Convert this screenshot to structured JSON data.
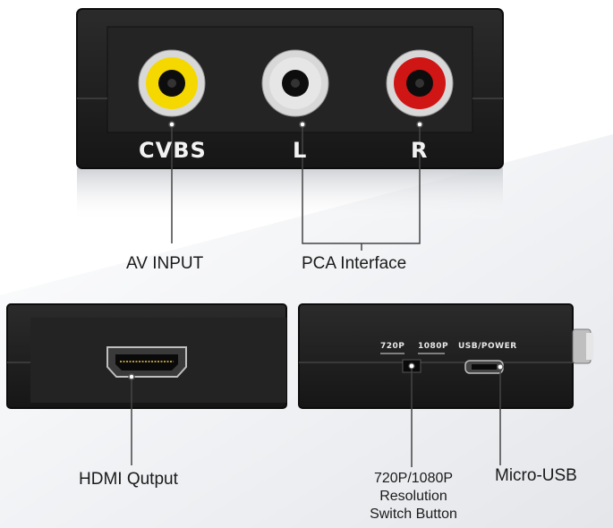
{
  "ports": {
    "cvbs": "CVBS",
    "left": "L",
    "right": "R"
  },
  "callouts": {
    "av_input": "AV INPUT",
    "pca_interface": "PCA Interface",
    "hdmi_output": "HDMI Qutput",
    "switch_line1": "720P/1080P",
    "switch_line2": "Resolution",
    "switch_line3": "Switch Button",
    "micro_usb": "Micro-USB"
  },
  "switch_labels": {
    "res_720": "720P",
    "res_1080": "1080P",
    "usb_power": "USB/POWER"
  },
  "colors": {
    "rca_yellow": "#f5d800",
    "rca_white": "#e6e6e6",
    "rca_red": "#d01515",
    "device_body": "#1f1f1f"
  }
}
